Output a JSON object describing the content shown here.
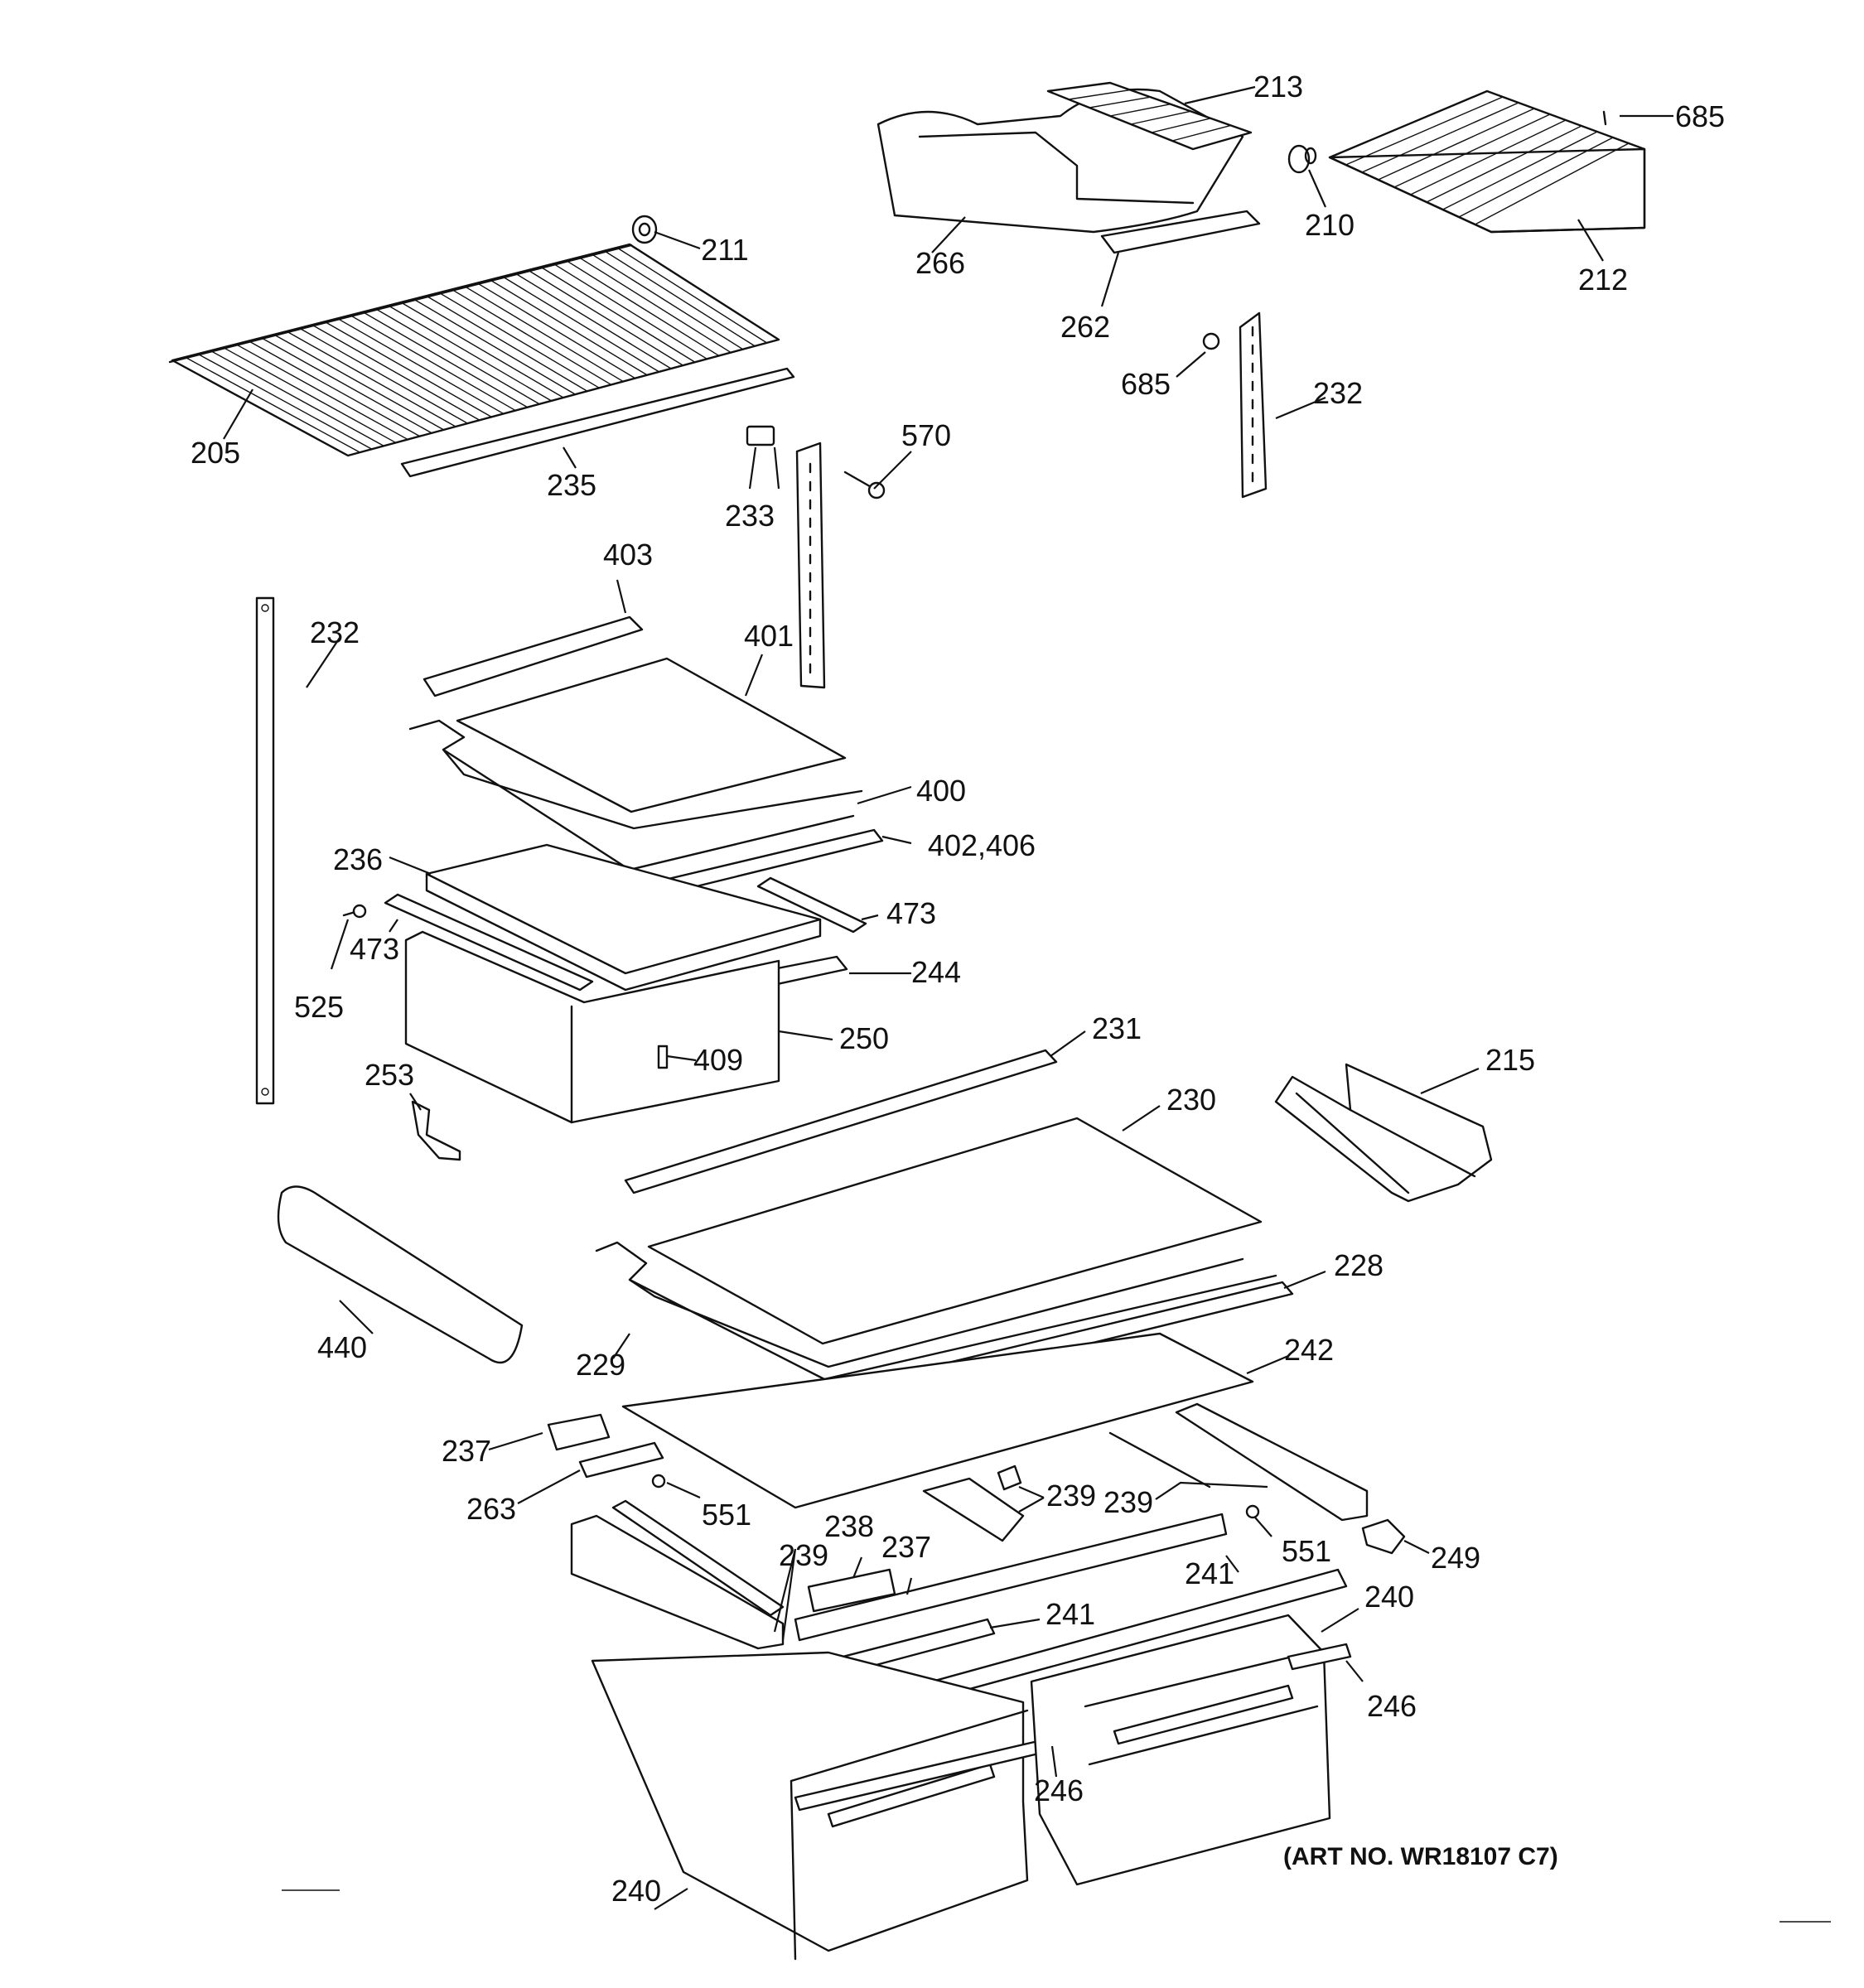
{
  "art_number": "(ART NO. WR18107 C7)",
  "callouts": {
    "p211": "211",
    "p205": "205",
    "p235": "235",
    "p233": "233",
    "p570": "570",
    "p213": "213",
    "p685a": "685",
    "p210": "210",
    "p212": "212",
    "p266": "266",
    "p262": "262",
    "p685b": "685",
    "p232a": "232",
    "p403": "403",
    "p401": "401",
    "p232b": "232",
    "p400": "400",
    "p402_406": "402,406",
    "p236": "236",
    "p473a": "473",
    "p473b": "473",
    "p525": "525",
    "p244": "244",
    "p250": "250",
    "p409": "409",
    "p253": "253",
    "p231": "231",
    "p230": "230",
    "p215": "215",
    "p228": "228",
    "p440": "440",
    "p229": "229",
    "p242": "242",
    "p237a": "237",
    "p263": "263",
    "p551a": "551",
    "p239a": "239",
    "p239b": "239",
    "p238": "238",
    "p237b": "237",
    "p239c": "239",
    "p551b": "551",
    "p249": "249",
    "p241a": "241",
    "p241b": "241",
    "p240a": "240",
    "p246a": "246",
    "p246b": "246",
    "p240b": "240"
  }
}
